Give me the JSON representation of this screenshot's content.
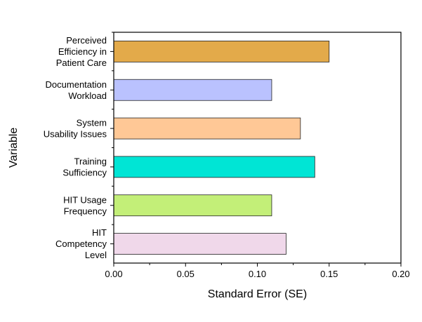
{
  "chart_data": {
    "type": "bar",
    "orientation": "horizontal",
    "xlabel": "Standard Error (SE)",
    "ylabel": "Variable",
    "xlim": [
      0.0,
      0.2
    ],
    "xticks": [
      "0.00",
      "0.05",
      "0.10",
      "0.15",
      "0.20"
    ],
    "grid": false,
    "categories": [
      {
        "lines": [
          "Perceived",
          "Efficiency in",
          "Patient Care"
        ],
        "value": 0.15,
        "color": "#E3AA4A"
      },
      {
        "lines": [
          "Documentation",
          "Workload"
        ],
        "value": 0.11,
        "color": "#BAC2FE"
      },
      {
        "lines": [
          "System",
          "Usability Issues"
        ],
        "value": 0.13,
        "color": "#FFC896"
      },
      {
        "lines": [
          "Training",
          "Sufficiency"
        ],
        "value": 0.14,
        "color": "#00E5D5"
      },
      {
        "lines": [
          "HIT Usage",
          "Frequency"
        ],
        "value": 0.11,
        "color": "#C3EF78"
      },
      {
        "lines": [
          "HIT",
          "Competency",
          "Level"
        ],
        "value": 0.12,
        "color": "#F0D8EA"
      }
    ]
  }
}
